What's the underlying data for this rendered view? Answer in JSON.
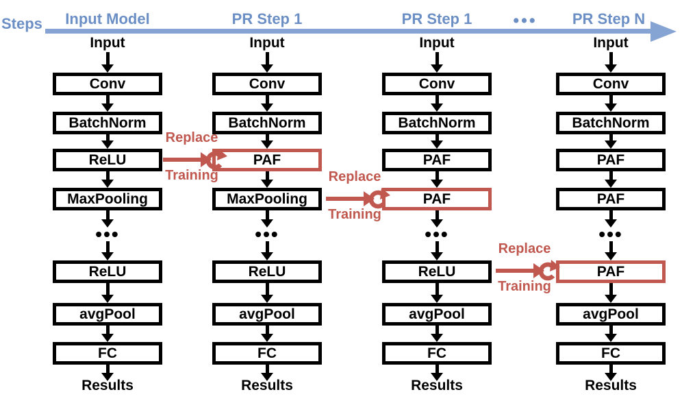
{
  "colors": {
    "accent_blue": "#6b8fc5",
    "accent_blue_line": "#85a3d3",
    "accent_red": "#c0584f",
    "box_border": "#000000"
  },
  "steps_axis": {
    "label": "Steps",
    "milestones": [
      "Input Model",
      "PR Step 1",
      "PR Step 1",
      "PR Step N"
    ],
    "ellipsis": "•••"
  },
  "columns": [
    {
      "title": "Input Model",
      "input_label": "Input",
      "results_label": "Results",
      "ellipsis": "•••",
      "layers": [
        {
          "label": "Conv",
          "highlight": false
        },
        {
          "label": "BatchNorm",
          "highlight": false
        },
        {
          "label": "ReLU",
          "highlight": false
        },
        {
          "label": "MaxPooling",
          "highlight": false
        },
        {
          "label": "ReLU",
          "highlight": false
        },
        {
          "label": "avgPool",
          "highlight": false
        },
        {
          "label": "FC",
          "highlight": false
        }
      ]
    },
    {
      "title": "PR Step 1",
      "input_label": "Input",
      "results_label": "Results",
      "ellipsis": "•••",
      "layers": [
        {
          "label": "Conv",
          "highlight": false
        },
        {
          "label": "BatchNorm",
          "highlight": false
        },
        {
          "label": "PAF",
          "highlight": true
        },
        {
          "label": "MaxPooling",
          "highlight": false
        },
        {
          "label": "ReLU",
          "highlight": false
        },
        {
          "label": "avgPool",
          "highlight": false
        },
        {
          "label": "FC",
          "highlight": false
        }
      ]
    },
    {
      "title": "PR Step 1",
      "input_label": "Input",
      "results_label": "Results",
      "ellipsis": "•••",
      "layers": [
        {
          "label": "Conv",
          "highlight": false
        },
        {
          "label": "BatchNorm",
          "highlight": false
        },
        {
          "label": "PAF",
          "highlight": false
        },
        {
          "label": "PAF",
          "highlight": true
        },
        {
          "label": "ReLU",
          "highlight": false
        },
        {
          "label": "avgPool",
          "highlight": false
        },
        {
          "label": "FC",
          "highlight": false
        }
      ]
    },
    {
      "title": "PR Step N",
      "input_label": "Input",
      "results_label": "Results",
      "ellipsis": "•••",
      "layers": [
        {
          "label": "Conv",
          "highlight": false
        },
        {
          "label": "BatchNorm",
          "highlight": false
        },
        {
          "label": "PAF",
          "highlight": false
        },
        {
          "label": "PAF",
          "highlight": false
        },
        {
          "label": "PAF",
          "highlight": true
        },
        {
          "label": "avgPool",
          "highlight": false
        },
        {
          "label": "FC",
          "highlight": false
        }
      ]
    }
  ],
  "connectors": [
    {
      "action_label": "Replace",
      "note_label": "Training"
    },
    {
      "action_label": "Replace",
      "note_label": "Training"
    },
    {
      "action_label": "Replace",
      "note_label": "Training"
    }
  ]
}
